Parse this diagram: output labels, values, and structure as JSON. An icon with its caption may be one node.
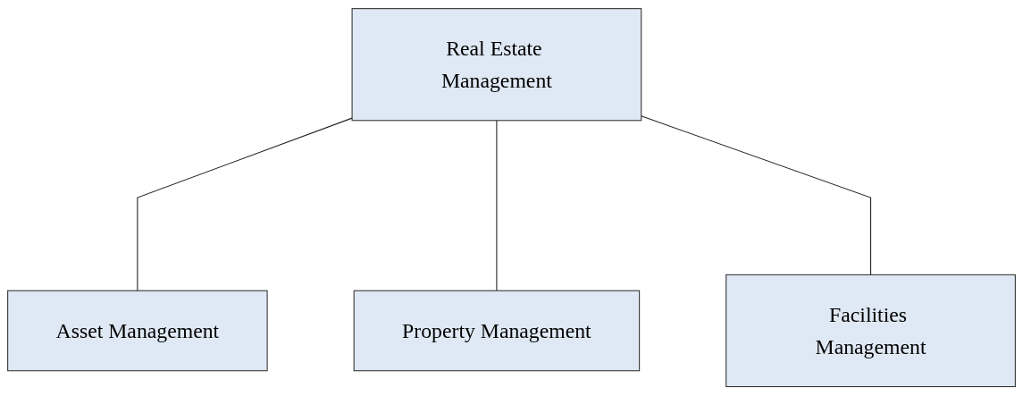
{
  "diagram": {
    "nodes": [
      {
        "text": [
          "Real Estate Management"
        ]
      },
      {
        "text": [
          "Asset Management"
        ]
      },
      {
        "text": [
          "Property Management"
        ]
      },
      {
        "text": [
          "Facilities Management"
        ]
      }
    ],
    "edges": [
      {
        "from": 0,
        "to": 1,
        "arrow": "none"
      },
      {
        "from": 0,
        "to": 2,
        "arrow": "none"
      },
      {
        "from": 0,
        "to": 3,
        "arrow": "none"
      }
    ]
  }
}
